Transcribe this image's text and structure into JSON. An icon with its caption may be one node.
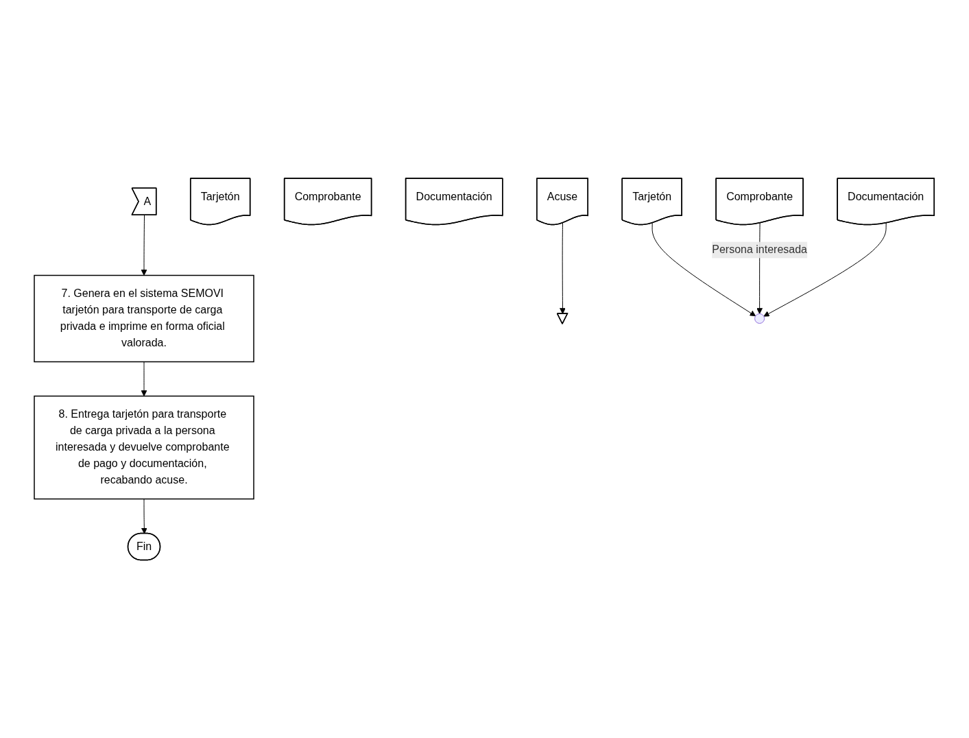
{
  "diagram": {
    "nodes": [
      {
        "text": [
          "A"
        ]
      },
      {
        "text": [
          "7. Genera en el sistema SEMOVI tarjetón para transporte de carga privada e imprime en forma oficial valorada."
        ]
      },
      {
        "text": [
          "Tarjetón"
        ]
      },
      {
        "text": [
          "Comprobante"
        ]
      },
      {
        "text": [
          "Documentación"
        ]
      },
      {
        "text": [
          "8. Entrega tarjetón para transporte de carga privada a la persona interesada y devuelve comprobante de pago y documentación, recabando acuse."
        ]
      },
      {
        "text": [
          "Tarjetón"
        ]
      },
      {
        "text": [
          "Comprobante"
        ]
      },
      {
        "text": [
          "Documentación"
        ]
      },
      {
        "text": [
          "Acuse"
        ]
      },
      {
        "text": [],
        "shape": "triangle"
      },
      {
        "text": [
          "Fin"
        ]
      }
    ],
    "edges": [
      {
        "from": 0,
        "to": 1,
        "arrow": "to"
      },
      {
        "from": 1,
        "to": 5,
        "arrow": "to"
      },
      {
        "from": 5,
        "to": 11,
        "arrow": "to"
      },
      {
        "from": 9,
        "to": 10,
        "arrow": "to"
      },
      {
        "from": 6,
        "to": null,
        "arrow": "to"
      },
      {
        "from": 7,
        "to": null,
        "arrow": "to",
        "label": "Persona interesada"
      },
      {
        "from": 8,
        "to": null,
        "arrow": "to"
      }
    ]
  }
}
